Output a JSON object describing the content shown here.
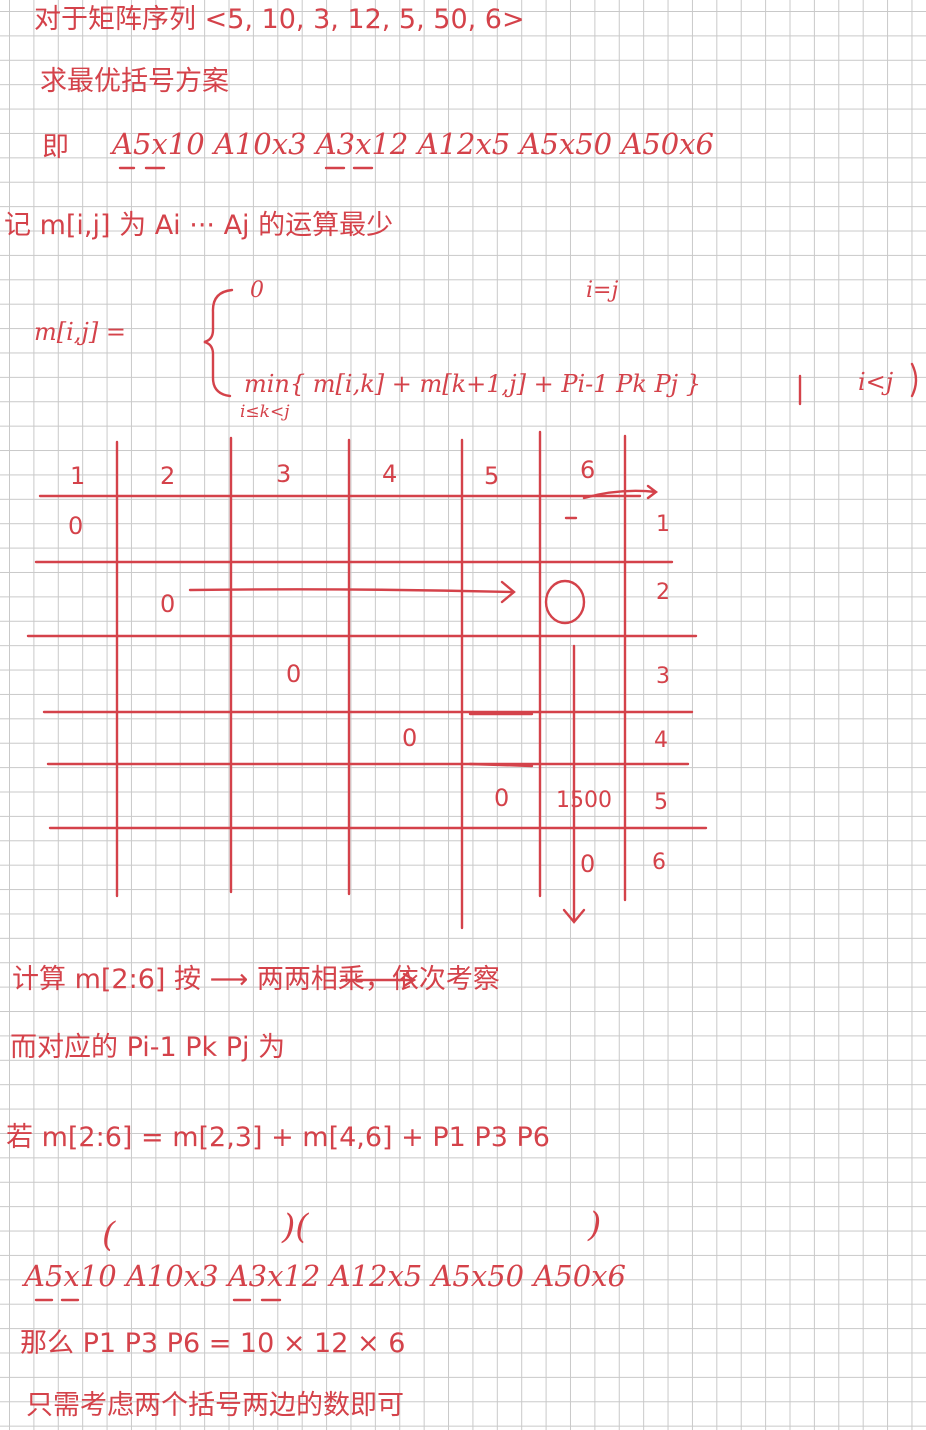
{
  "notes": {
    "line1": "对于矩阵序列 <5, 10, 3, 12, 5, 50, 6>",
    "line2": "求最优括号方案",
    "line3_prefix": "即",
    "chain_top": "A5x10 A10x3 A3x12 A12x5 A5x50 A50x6",
    "line4": "记 m[i,j] 为 Ai ··· Aj 的运算最少",
    "recurrence": {
      "lhs": "m[i,j] =",
      "case1_value": "0",
      "case1_condition": "i=j",
      "case2_value": "min{ m[i,k] + m[k+1,j] + Pi-1 Pk Pj }",
      "case2_subscript": "i≤k<j",
      "case2_condition": "i<j"
    },
    "line_compute": "计算 m[2:6]   按 ⟶ 两两相乘，依次考察",
    "line_pkp": "而对应的 Pi-1 Pk Pj 为",
    "line_if": "若 m[2:6] = m[2,3] + m[4,6] + P1 P3 P6",
    "paren_open_1": "(",
    "paren_mid": ")(",
    "paren_close_2": ")",
    "chain_bottom": "A5x10 A10x3 A3x12 A12x5 A5x50 A50x6",
    "line_product": "那么 P1 P3 P6 = 10 × 12 × 6",
    "line_last": "只需考虑两个括号两边的数即可"
  },
  "table": {
    "col_headers": [
      "1",
      "2",
      "3",
      "4",
      "5",
      "6"
    ],
    "row_headers": [
      "1",
      "2",
      "3",
      "4",
      "5",
      "6"
    ],
    "diagonal": [
      "0",
      "0",
      "0",
      "0",
      "0",
      "0"
    ],
    "cell_5_6": "1500",
    "colors": {
      "ink": "#d4424a",
      "grid": "#c9c9c9"
    }
  }
}
